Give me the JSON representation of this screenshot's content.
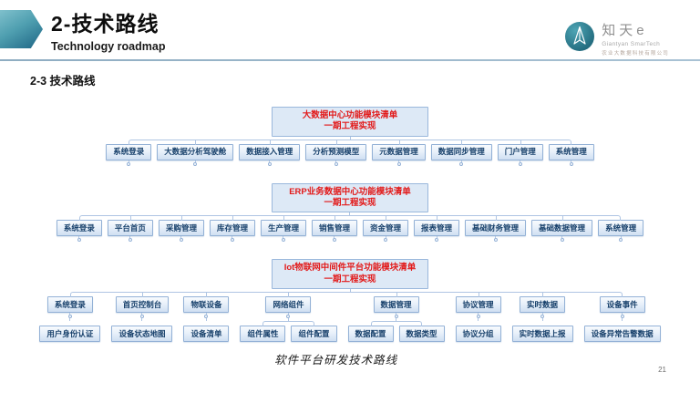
{
  "slide": {
    "header": {
      "title": "2-技术路线",
      "subtitle": "Technology roadmap"
    },
    "logo": {
      "name": "知天e",
      "en": "Giantyan SmarTech",
      "company": "农业大数据科技有限公司"
    },
    "section_title": "2-3 技术路线",
    "caption": "软件平台研发技术路线",
    "page_number": "21"
  },
  "colors": {
    "accent_teal": "#3a8ea1",
    "root_box_fill": "#dde9f6",
    "root_box_text": "#e21b1b",
    "node_box_border": "#93b1d6",
    "node_box_text": "#17406b",
    "connector_line": "#afc5e3"
  },
  "trees": [
    {
      "root": [
        "大数据中心功能模块清单",
        "一期工程实现"
      ],
      "children": [
        {
          "label": "系统登录",
          "expander": true
        },
        {
          "label": "大数据分析驾驶舱",
          "expander": true
        },
        {
          "label": "数据接入管理",
          "expander": true
        },
        {
          "label": "分析预测模型",
          "expander": true
        },
        {
          "label": "元数据管理",
          "expander": true
        },
        {
          "label": "数据同步管理",
          "expander": true
        },
        {
          "label": "门户管理",
          "expander": true
        },
        {
          "label": "系统管理",
          "expander": true
        }
      ]
    },
    {
      "root": [
        "ERP业务数据中心功能模块清单",
        "一期工程实现"
      ],
      "children": [
        {
          "label": "系统登录",
          "expander": true
        },
        {
          "label": "平台首页",
          "expander": true
        },
        {
          "label": "采购管理",
          "expander": true
        },
        {
          "label": "库存管理",
          "expander": true
        },
        {
          "label": "生产管理",
          "expander": true
        },
        {
          "label": "销售管理",
          "expander": true
        },
        {
          "label": "资金管理",
          "expander": true
        },
        {
          "label": "报表管理",
          "expander": true
        },
        {
          "label": "基础财务管理",
          "expander": true
        },
        {
          "label": "基础数据管理",
          "expander": true
        },
        {
          "label": "系统管理",
          "expander": true
        }
      ]
    },
    {
      "root": [
        "Iot物联网中间件平台功能模块清单",
        "一期工程实现"
      ],
      "children": [
        {
          "label": "系统登录",
          "expander": true,
          "children": [
            {
              "label": "用户身份认证"
            }
          ]
        },
        {
          "label": "首页控制台",
          "expander": true,
          "children": [
            {
              "label": "设备状态地图"
            }
          ]
        },
        {
          "label": "物联设备",
          "expander": true,
          "children": [
            {
              "label": "设备清单"
            }
          ]
        },
        {
          "label": "网络组件",
          "expander": true,
          "children": [
            {
              "label": "组件属性"
            },
            {
              "label": "组件配置"
            }
          ]
        },
        {
          "label": "数据管理",
          "expander": true,
          "children": [
            {
              "label": "数据配置"
            },
            {
              "label": "数据类型"
            }
          ]
        },
        {
          "label": "协议管理",
          "expander": true,
          "children": [
            {
              "label": "协议分组"
            }
          ]
        },
        {
          "label": "实时数据",
          "expander": true,
          "children": [
            {
              "label": "实时数据上报"
            }
          ]
        },
        {
          "label": "设备事件",
          "expander": true,
          "children": [
            {
              "label": "设备异常告警数据"
            }
          ]
        }
      ]
    }
  ]
}
